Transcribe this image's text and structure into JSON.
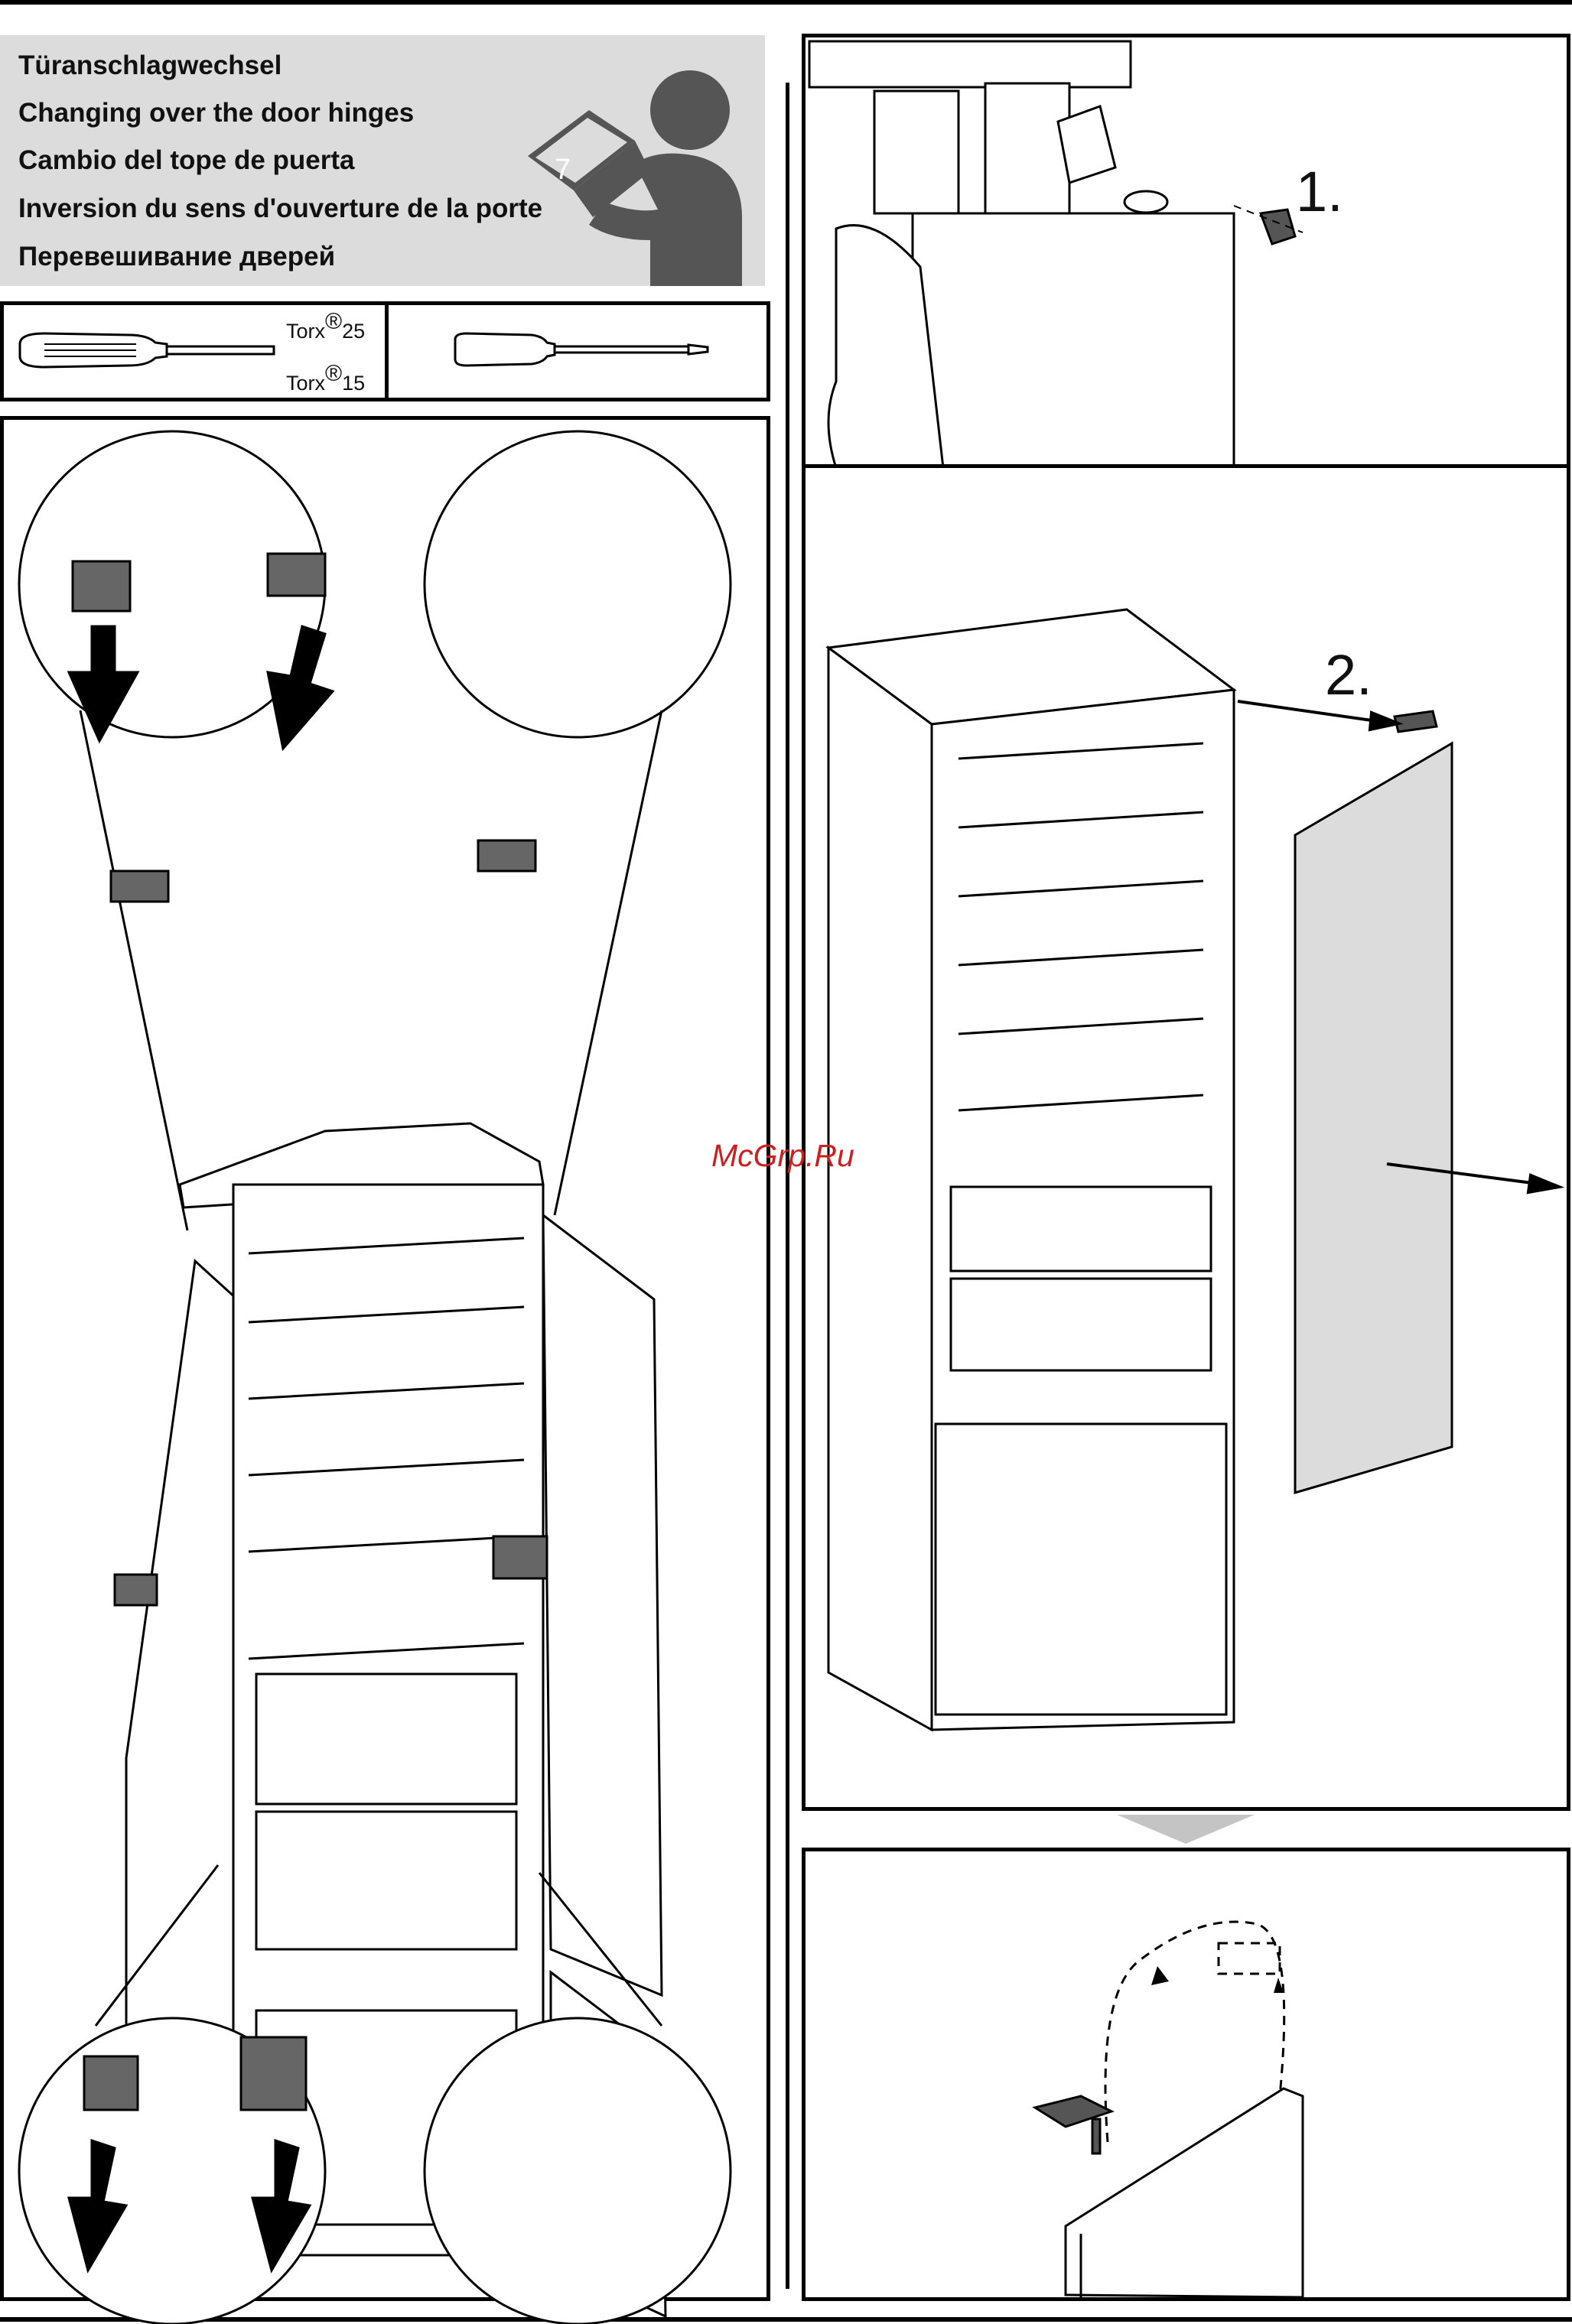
{
  "header": {
    "titles": [
      "Türanschlagwechsel",
      "Changing over the door hinges",
      "Cambio del tope de puerta",
      "Inversion du sens d'ouverture de la porte",
      "Перевешивание дверей"
    ],
    "manual_icon_number": "7"
  },
  "tools": {
    "torx_label": "Torx",
    "torx_symbol": "®",
    "torx_size_1": "25",
    "torx_size_2": "15"
  },
  "steps": {
    "step_1": "1.",
    "step_2": "2."
  },
  "watermark": "McGrp.Ru",
  "colors": {
    "panel_gray": "#dcdcdc",
    "part_gray": "#666666",
    "line_black": "#000000",
    "watermark_red": "#cc2020"
  }
}
